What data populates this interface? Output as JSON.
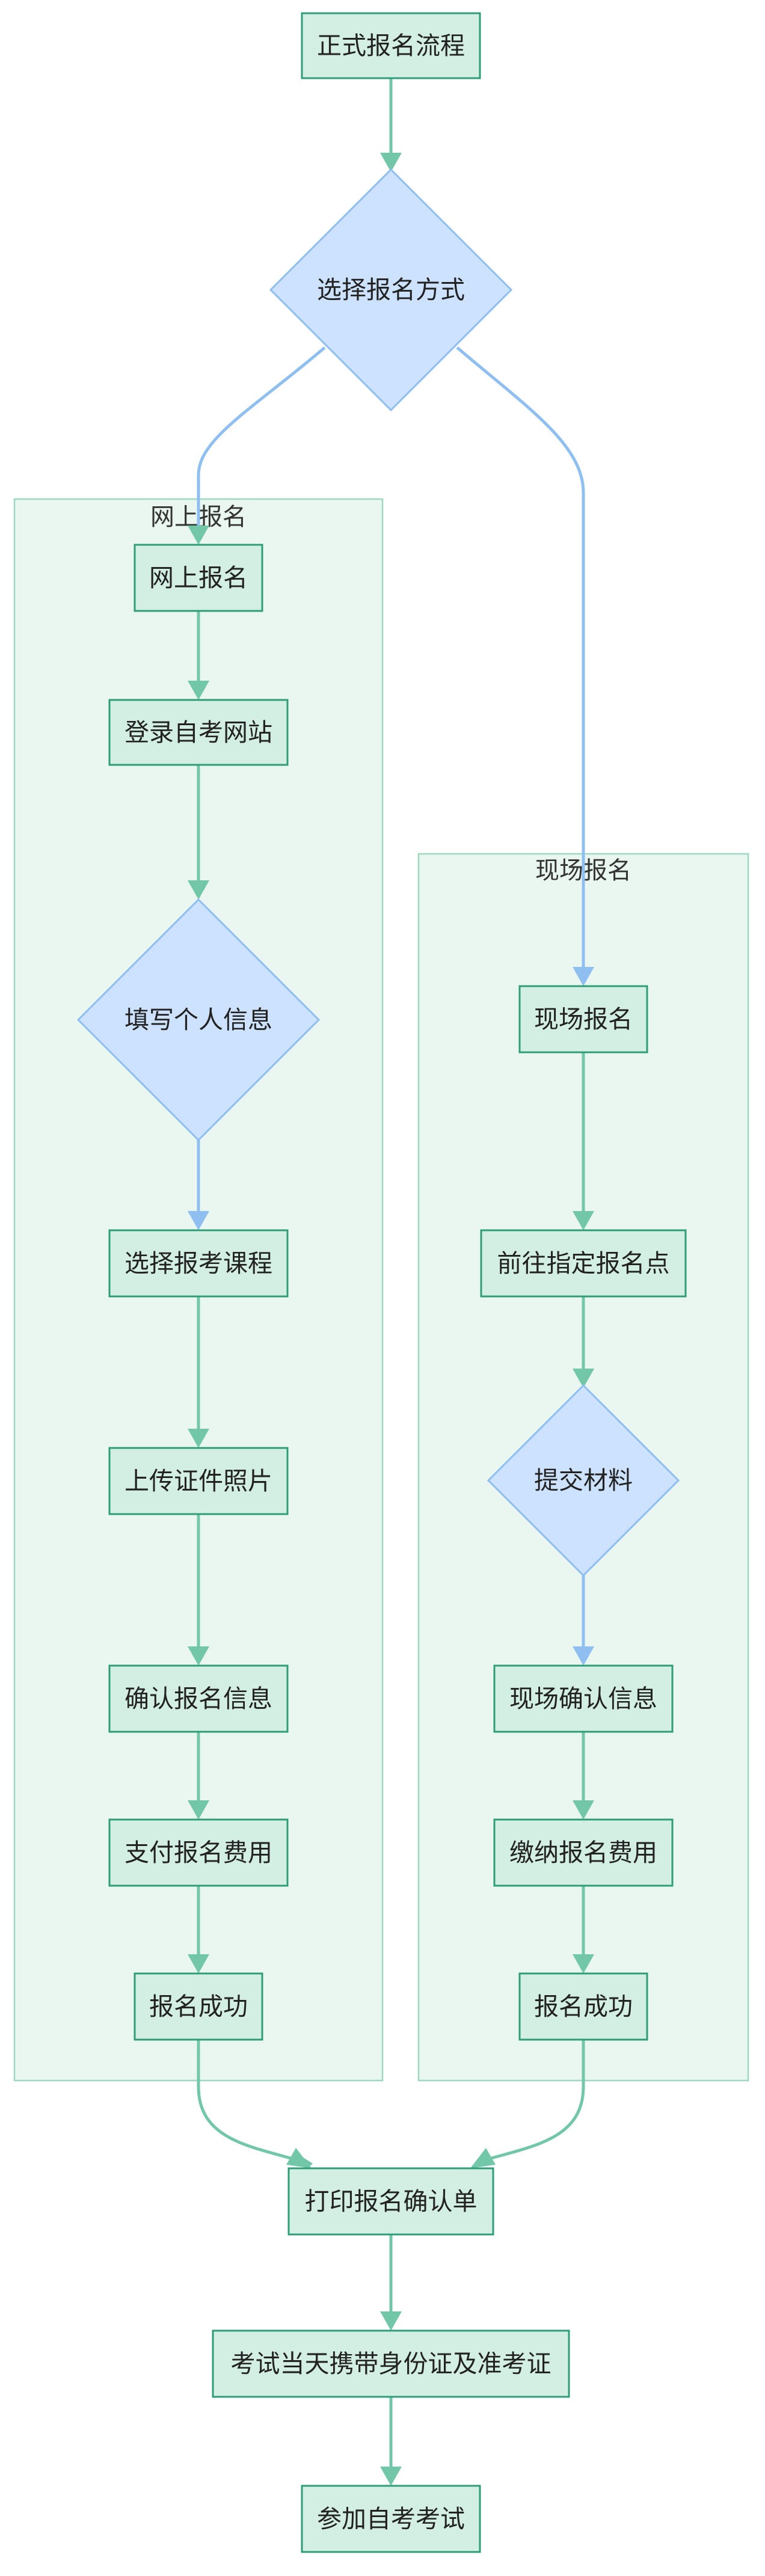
{
  "clusters": {
    "online": {
      "label": "网上报名"
    },
    "onsite": {
      "label": "现场报名"
    }
  },
  "nodes": {
    "start": {
      "label": "正式报名流程"
    },
    "choose_method": {
      "label": "选择报名方式"
    },
    "online_register": {
      "label": "网上报名"
    },
    "login_website": {
      "label": "登录自考网站"
    },
    "fill_info": {
      "label": "填写个人信息"
    },
    "select_course": {
      "label": "选择报考课程"
    },
    "upload_photo": {
      "label": "上传证件照片"
    },
    "confirm_online": {
      "label": "确认报名信息"
    },
    "pay_online": {
      "label": "支付报名费用"
    },
    "success_online": {
      "label": "报名成功"
    },
    "onsite_register": {
      "label": "现场报名"
    },
    "go_site": {
      "label": "前往指定报名点"
    },
    "submit_materials": {
      "label": "提交材料"
    },
    "confirm_onsite": {
      "label": "现场确认信息"
    },
    "pay_onsite": {
      "label": "缴纳报名费用"
    },
    "success_onsite": {
      "label": "报名成功"
    },
    "print_confirm": {
      "label": "打印报名确认单"
    },
    "bring_id": {
      "label": "考试当天携带身份证及准考证"
    },
    "take_exam": {
      "label": "参加自考考试"
    }
  },
  "colors": {
    "cluster_fill": "#eaf7f1",
    "cluster_stroke": "#9fd8c0",
    "node_fill": "#d3efe3",
    "node_stroke": "#2f9e78",
    "diamond_fill": "#cce2ff",
    "diamond_stroke": "#8ebff0",
    "edge_green": "#72c7a8",
    "edge_blue": "#8ebff0"
  }
}
